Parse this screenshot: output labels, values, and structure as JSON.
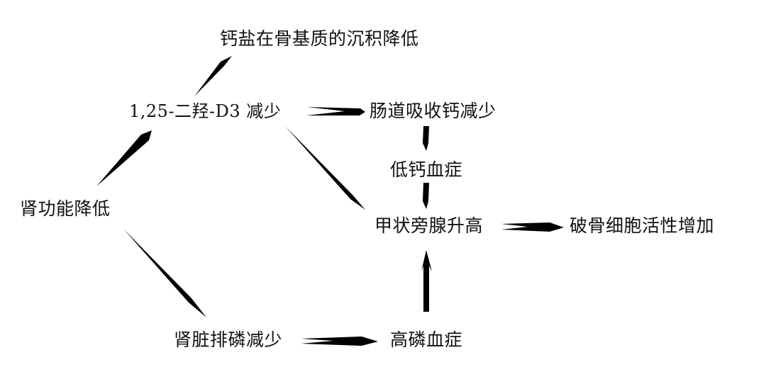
{
  "nodes": {
    "kidney_decline": "肾功能降低",
    "vitd_decrease": "1,25-二羟-D3 减少",
    "calcium_deposition": "钙盐在骨基质的沉积降低",
    "intestinal_absorption": "肠道吸收钙减少",
    "hypocalcemia": "低钙血症",
    "pth_increase": "甲状旁腺升高",
    "osteoclast_activity": "破骨细胞活性增加",
    "phosphate_excretion": "肾脏排磷减少",
    "hyperphosphatemia": "高磷血症"
  },
  "colors": {
    "text": "#111111",
    "arrow": "#000000",
    "background": "#ffffff"
  }
}
